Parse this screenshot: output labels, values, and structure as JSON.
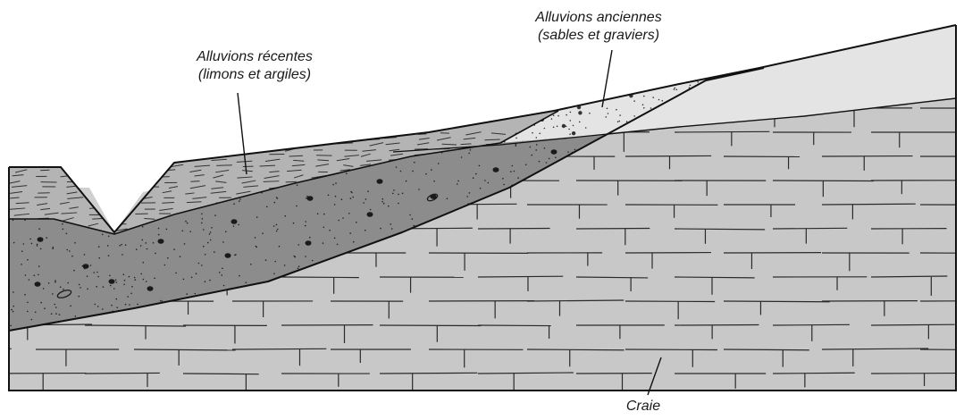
{
  "labels": {
    "recent_alluvium": [
      "Alluvions récentes",
      "(limons et argiles)"
    ],
    "ancient_alluvium": [
      "Alluvions anciennes",
      "(sables et graviers)"
    ],
    "chalk": "Craie"
  },
  "colors": {
    "chalk_fill": "#c8c8c8",
    "ancient_sand_fill": "#e4e4e4",
    "water_fill": "#a8a8a8",
    "ancient_gravel_fill": "#8c8c8c",
    "recent_silt_fill": "#b4b4b4",
    "outline": "#111111",
    "brick_line": "#2a2a2a"
  }
}
